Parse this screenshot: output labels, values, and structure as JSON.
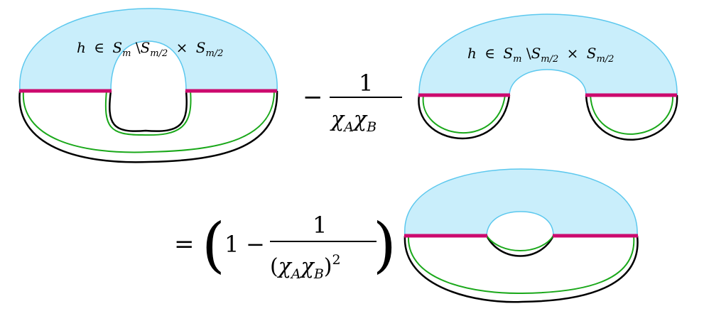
{
  "colors": {
    "region_fill": "#c9eefb",
    "region_edge": "#5cc8ee",
    "cut_line": "#cc0a6e",
    "green_curve": "#1aa81a",
    "black_curve": "#000000"
  },
  "panels": [
    {
      "shape": "torus",
      "label": {
        "h": "h",
        "in": "∈",
        "S1": "S",
        "s1": "m",
        "bs": "\\",
        "S2": "S",
        "s2": "m/2",
        "times": "×",
        "S3": "S",
        "s3": "m/2"
      }
    },
    {
      "shape": "split",
      "label": {
        "h": "h",
        "in": "∈",
        "S1": "S",
        "s1": "m",
        "bs": "\\",
        "S2": "S",
        "s2": "m/2",
        "times": "×",
        "S3": "S",
        "s3": "m/2"
      }
    },
    {
      "shape": "torus-result"
    }
  ],
  "terms": {
    "minus": "−",
    "frac1": {
      "num": "1",
      "chi1": "χ",
      "sub1": "A",
      "chi2": "χ",
      "sub2": "B"
    },
    "equals": "=",
    "lparen": "(",
    "one": "1",
    "inner_minus": "−",
    "frac2": {
      "num": "1",
      "open": "(",
      "chi1": "χ",
      "sub1": "A",
      "chi2": "χ",
      "sub2": "B",
      "close": ")",
      "exp": "2"
    },
    "rparen": ")"
  }
}
